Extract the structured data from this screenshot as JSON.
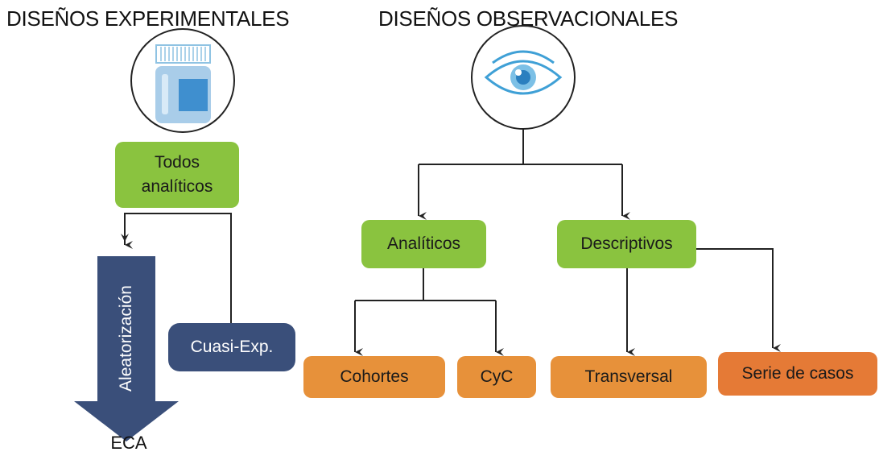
{
  "headings": {
    "experimental": "DISEÑOS EXPERIMENTALES",
    "observational": "DISEÑOS OBSERVACIONALES"
  },
  "icons": {
    "experimental": "medicine-bottle-icon",
    "observational": "eye-icon"
  },
  "boxes": {
    "todos_analiticos_line1": "Todos",
    "todos_analiticos_line2": "analíticos",
    "analiticos": "Analíticos",
    "descriptivos": "Descriptivos",
    "cohortes": "Cohortes",
    "cyc": "CyC",
    "transversal": "Transversal",
    "serie_de_casos": "Serie de casos",
    "cuasi_exp": "Cuasi-Exp."
  },
  "arrow_labels": {
    "aleatorizacion": "Aleatorización",
    "eca": "ECA"
  },
  "colors": {
    "green": "#8ac33f",
    "orange": "#e7913a",
    "orange_dark": "#e57a36",
    "navy": "#3a4f7a",
    "eye_blue": "#3fa0d6"
  }
}
